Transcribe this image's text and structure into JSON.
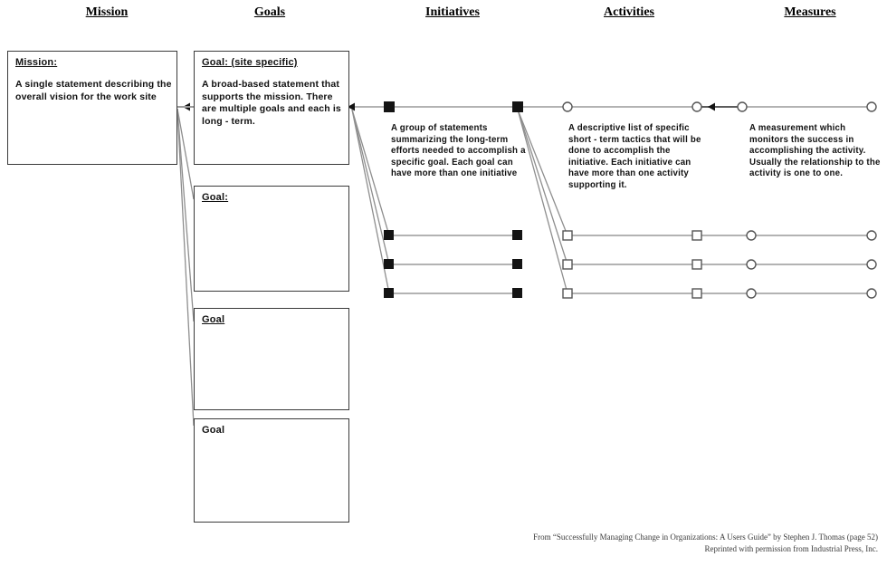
{
  "diagram": {
    "title": "Mission-Goals-Initiatives-Activities-Measures cascade",
    "headers": [
      {
        "id": "mission",
        "label": "Mission"
      },
      {
        "id": "goals",
        "label": "Goals"
      },
      {
        "id": "initiatives",
        "label": "Initiatives"
      },
      {
        "id": "activities",
        "label": "Activities"
      },
      {
        "id": "measures",
        "label": "Measures"
      }
    ],
    "mission_box": {
      "title": "Mission:",
      "body": "A single statement describing the overall vision for the work site"
    },
    "goal_boxes": [
      {
        "title": "Goal:  (site specific)",
        "underlined": true,
        "body": "A broad-based statement that supports the mission. There are multiple goals and each is long - term."
      },
      {
        "title": "Goal:",
        "underlined": true,
        "body": ""
      },
      {
        "title": "Goal",
        "underlined": true,
        "body": ""
      },
      {
        "title": "Goal",
        "underlined": false,
        "body": ""
      }
    ],
    "descriptions": [
      {
        "id": "initiatives-desc",
        "text": "A group of statements summarizing the long-term efforts needed  to accomplish a specific goal.  Each goal can have more than one initiative"
      },
      {
        "id": "activities-desc",
        "text": "A descriptive list of specific short - term tactics that will be done to accomplish the initiative. Each initiative can have more than one activity supporting it."
      },
      {
        "id": "measures-desc",
        "text": "A measurement which monitors the success in accomplishing the activity.  Usually the relationship to the activity is one to one."
      }
    ],
    "node_legend": {
      "initiative_node": "filled-square",
      "activity_node": "open-square",
      "measure_node": "open-circle"
    },
    "colors": {
      "line": "#9a9a9a",
      "node_fill": "#141414",
      "node_stroke": "#555555",
      "box_border": "#3a3a3a",
      "text": "#111111",
      "credit_text": "#3b3b3b"
    },
    "credit": {
      "line1": "From “Successfully Managing Change in Organizations:  A Users Guide” by Stephen J. Thomas (page 52)",
      "line2": "Reprinted with permission from Industrial Press, Inc."
    }
  }
}
